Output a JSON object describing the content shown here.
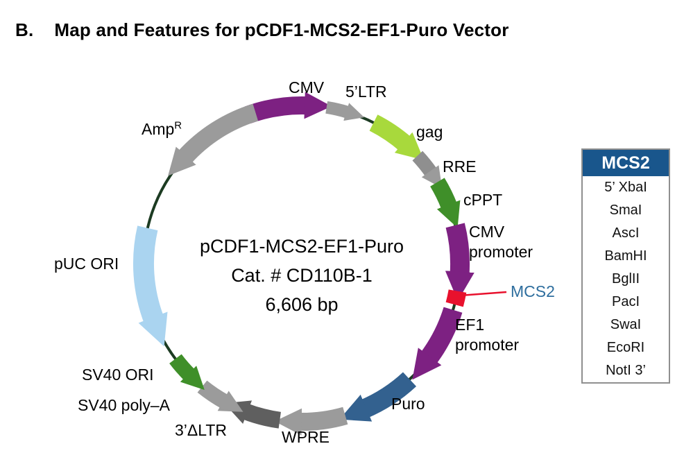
{
  "figure": {
    "section_label": "B.",
    "title": "Map and Features for pCDF1-MCS2-EF1-Puro Vector"
  },
  "plasmid": {
    "name": "pCDF1-MCS2-EF1-Puro",
    "catalog": "Cat. # CD110B-1",
    "size": "6,606 bp",
    "ring_color": "#1c3b22",
    "features": [
      {
        "label": "CMV",
        "color": "#7d2182"
      },
      {
        "label": "5’LTR",
        "color": "#9b9b9b"
      },
      {
        "label": "gag",
        "color": "#a8d93c"
      },
      {
        "label": "RRE",
        "color": "#8f8f8f"
      },
      {
        "label": "cPPT",
        "color": "#3f8f29"
      },
      {
        "label": "CMV promoter",
        "color": "#7d2182"
      },
      {
        "label": "MCS2",
        "color": "#e8112d",
        "label_color": "#2e6e9e"
      },
      {
        "label": "EF1 promoter",
        "color": "#7d2182"
      },
      {
        "label": "Puro",
        "color": "#33618f"
      },
      {
        "label": "WPRE",
        "color": "#9b9b9b"
      },
      {
        "label": "3’ΔLTR",
        "color": "#5f5f5f"
      },
      {
        "label": "SV40 poly–A",
        "color": "#9b9b9b"
      },
      {
        "label": "SV40 ORI",
        "color": "#3f8f29"
      },
      {
        "label": "pUC ORI",
        "color": "#aad4f0"
      },
      {
        "label_base": "Amp",
        "label_sup": "R",
        "color": "#9b9b9b"
      }
    ]
  },
  "mcs2_box": {
    "header": "MCS2",
    "header_bg": "#19568c",
    "sites": [
      "5’ XbaI",
      "SmaI",
      "AscI",
      "BamHI",
      "BglII",
      "PacI",
      "SwaI",
      "EcoRI",
      "NotI 3’"
    ]
  }
}
